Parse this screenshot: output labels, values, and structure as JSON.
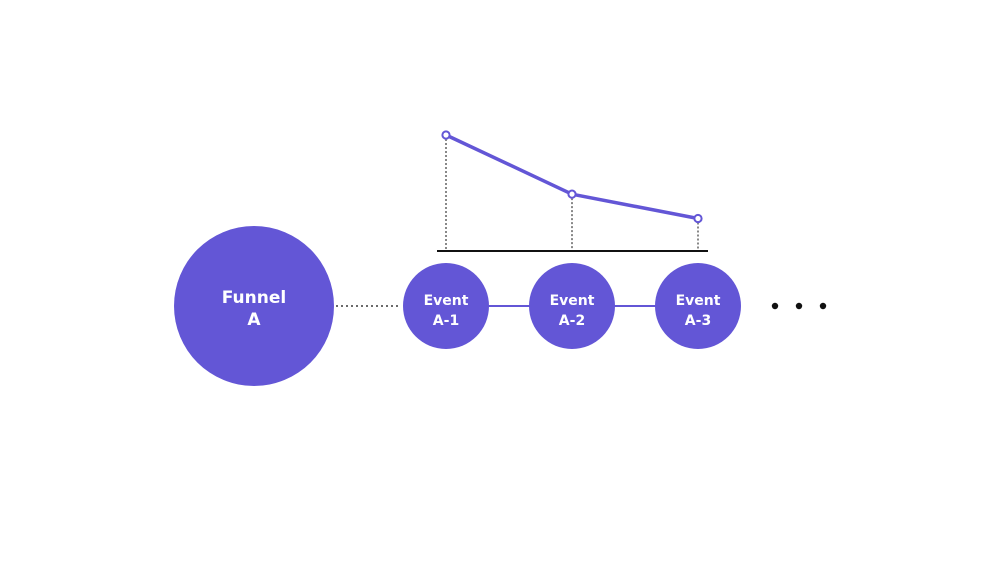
{
  "colors": {
    "primary": "#6356D6",
    "axis": "#111111",
    "dots": "#111111",
    "background": "#ffffff"
  },
  "funnel": {
    "label_line1": "Funnel",
    "label_line2": "A"
  },
  "events": [
    {
      "label_line1": "Event",
      "label_line2": "A-1"
    },
    {
      "label_line1": "Event",
      "label_line2": "A-2"
    },
    {
      "label_line1": "Event",
      "label_line2": "A-3"
    }
  ],
  "more_indicator": "ellipsis",
  "chart_data": {
    "type": "line",
    "categories": [
      "Event A-1",
      "Event A-2",
      "Event A-3"
    ],
    "values": [
      1.0,
      0.49,
      0.28
    ],
    "title": "",
    "xlabel": "",
    "ylabel": "",
    "ylim": [
      0,
      1
    ]
  }
}
